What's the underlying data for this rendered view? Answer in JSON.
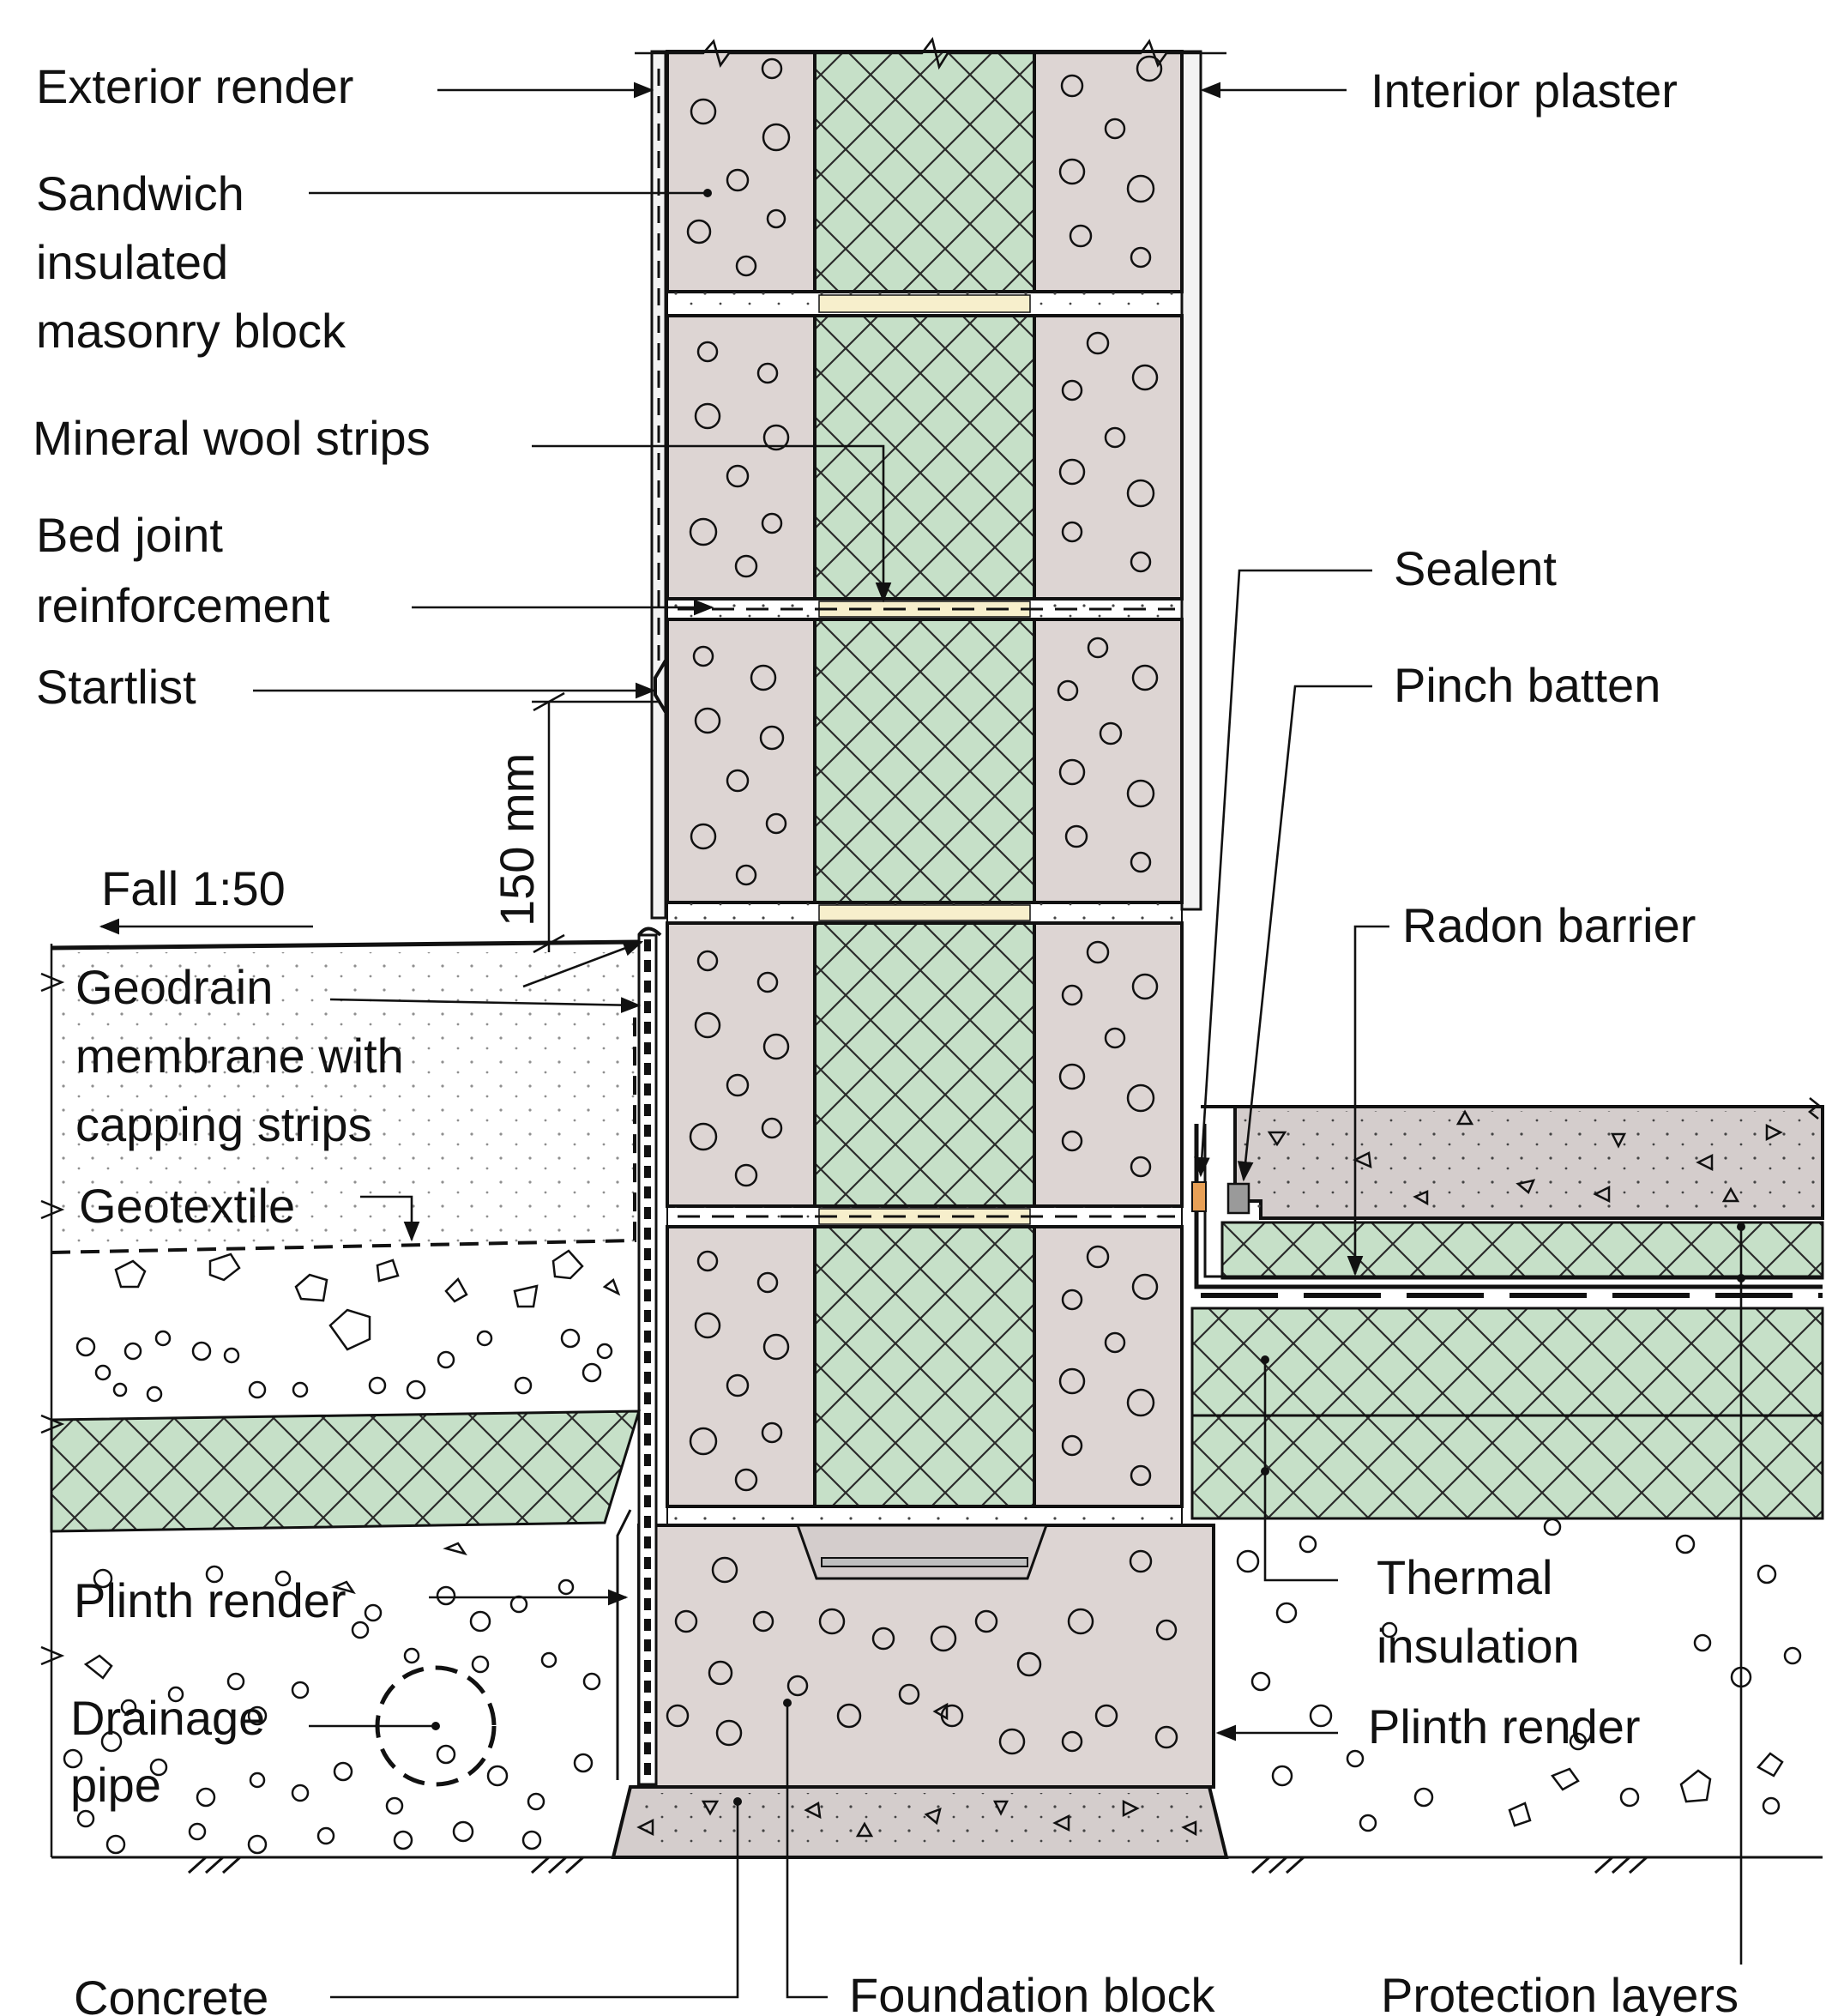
{
  "labels": {
    "exterior_render": "Exterior render",
    "interior_plaster": "Interior plaster",
    "sandwich_block": [
      "Sandwich",
      "insulated",
      "masonry block"
    ],
    "mineral_wool": "Mineral wool strips",
    "bed_joint": [
      "Bed joint",
      "reinforcement"
    ],
    "startlist": "Startlist",
    "dimension": "150 mm",
    "fall": "Fall 1:50",
    "geodrain": [
      "Geodrain",
      "membrane with",
      "capping strips"
    ],
    "geotextile": "Geotextile",
    "plinth_render_left": "Plinth render",
    "drainage_pipe": [
      "Drainage",
      "pipe"
    ],
    "concrete": "Concrete",
    "foundation_block": "Foundation block",
    "protection_layers": "Protection layers",
    "sealent": "Sealent",
    "pinch_batten": "Pinch batten",
    "radon_barrier": "Radon barrier",
    "thermal_insulation": [
      "Thermal",
      "insulation"
    ],
    "plinth_render_right": "Plinth render"
  },
  "colors": {
    "masonry": "#ddd5d3",
    "insulation": "#c6e0c8",
    "concrete_slab": "#d4cdcc",
    "mortar_strip": "#f7efcc",
    "sealant": "#e8a056",
    "line": "#111111"
  }
}
